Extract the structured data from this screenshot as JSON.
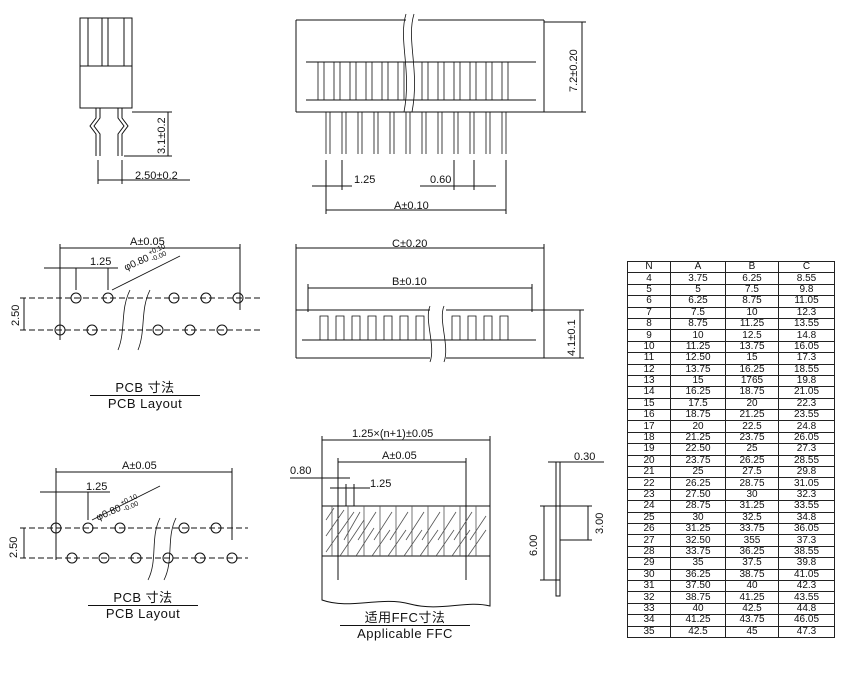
{
  "side_view": {
    "pitch_dim": "2.50±0.2",
    "height_dim": "3.1±0.2"
  },
  "front_view": {
    "height_dim": "7.2±0.20",
    "pitch_dim": "1.25",
    "pin_width_dim": "0.60",
    "a_dim": "A±0.10"
  },
  "top_view": {
    "c_dim": "C±0.20",
    "b_dim": "B±0.10",
    "depth_dim": "4.1±0.1"
  },
  "pcb_upper": {
    "a_dim": "A±0.05",
    "pitch_dim": "1.25",
    "hole_dim": "φ0.80",
    "hole_tol_plus": "+0.10",
    "hole_tol_minus": "-0.00",
    "row_dim": "2.50",
    "caption_cn": "PCB 寸法",
    "caption_en": "PCB Layout"
  },
  "pcb_lower": {
    "a_dim": "A±0.05",
    "pitch_dim": "1.25",
    "hole_dim": "φ0.80",
    "hole_tol_plus": "+0.10",
    "hole_tol_minus": "-0.00",
    "row_dim": "2.50",
    "caption_cn": "PCB 寸法",
    "caption_en": "PCB Layout"
  },
  "ffc": {
    "width_dim": "1.25×(n+1)±0.05",
    "a_dim": "A±0.05",
    "edge_dim": "0.80",
    "pitch_dim": "1.25",
    "length_dim": "6.00",
    "contact_dim": "3.00",
    "thickness_dim": "0.30",
    "caption_cn": "适用FFC寸法",
    "caption_en": "Applicable FFC"
  },
  "table": {
    "headers": [
      "N",
      "A",
      "B",
      "C"
    ],
    "rows": [
      [
        "4",
        "3.75",
        "6.25",
        "8.55"
      ],
      [
        "5",
        "5",
        "7.5",
        "9.8"
      ],
      [
        "6",
        "6.25",
        "8.75",
        "11.05"
      ],
      [
        "7",
        "7.5",
        "10",
        "12.3"
      ],
      [
        "8",
        "8.75",
        "11.25",
        "13.55"
      ],
      [
        "9",
        "10",
        "12.5",
        "14.8"
      ],
      [
        "10",
        "11.25",
        "13.75",
        "16.05"
      ],
      [
        "11",
        "12.50",
        "15",
        "17.3"
      ],
      [
        "12",
        "13.75",
        "16.25",
        "18.55"
      ],
      [
        "13",
        "15",
        "1765",
        "19.8"
      ],
      [
        "14",
        "16.25",
        "18.75",
        "21.05"
      ],
      [
        "15",
        "17.5",
        "20",
        "22.3"
      ],
      [
        "16",
        "18.75",
        "21.25",
        "23.55"
      ],
      [
        "17",
        "20",
        "22.5",
        "24.8"
      ],
      [
        "18",
        "21.25",
        "23.75",
        "26.05"
      ],
      [
        "19",
        "22.50",
        "25",
        "27.3"
      ],
      [
        "20",
        "23.75",
        "26.25",
        "28.55"
      ],
      [
        "21",
        "25",
        "27.5",
        "29.8"
      ],
      [
        "22",
        "26.25",
        "28.75",
        "31.05"
      ],
      [
        "23",
        "27.50",
        "30",
        "32.3"
      ],
      [
        "24",
        "28.75",
        "31.25",
        "33.55"
      ],
      [
        "25",
        "30",
        "32.5",
        "34.8"
      ],
      [
        "26",
        "31.25",
        "33.75",
        "36.05"
      ],
      [
        "27",
        "32.50",
        "355",
        "37.3"
      ],
      [
        "28",
        "33.75",
        "36.25",
        "38.55"
      ],
      [
        "29",
        "35",
        "37.5",
        "39.8"
      ],
      [
        "30",
        "36.25",
        "38.75",
        "41.05"
      ],
      [
        "31",
        "37.50",
        "40",
        "42.3"
      ],
      [
        "32",
        "38.75",
        "41.25",
        "43.55"
      ],
      [
        "33",
        "40",
        "42.5",
        "44.8"
      ],
      [
        "34",
        "41.25",
        "43.75",
        "46.05"
      ],
      [
        "35",
        "42.5",
        "45",
        "47.3"
      ]
    ]
  }
}
